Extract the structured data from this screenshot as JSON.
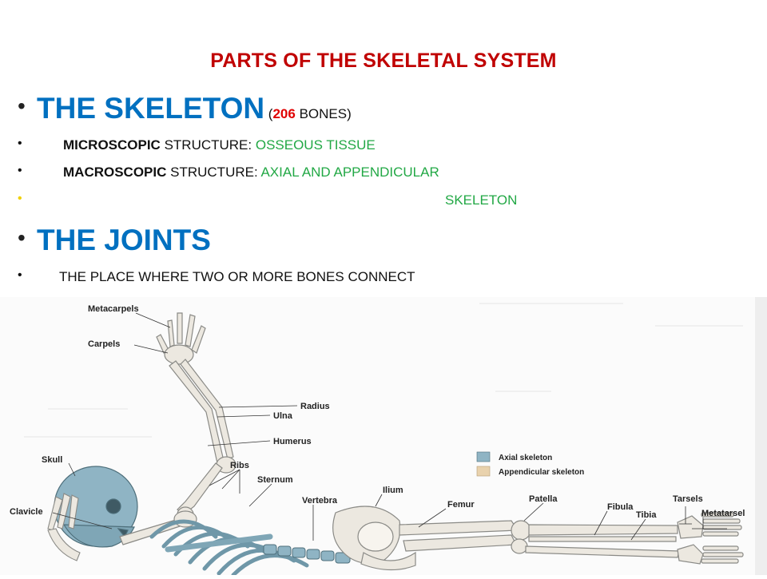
{
  "title": "PARTS OF THE SKELETAL SYSTEM",
  "bullets": {
    "skeleton": {
      "heading": "THE SKELETON",
      "paren_open": " (",
      "count": "206",
      "bones": " BONES)"
    },
    "micro": {
      "term": "MICROSCOPIC",
      "rest": " STRUCTURE: ",
      "value": "OSSEOUS TISSUE"
    },
    "macro": {
      "term": "MACROSCOPIC",
      "rest": " STRUCTURE: ",
      "value": "AXIAL AND APPENDICULAR"
    },
    "macro_cont": "SKELETON",
    "joints": {
      "heading": "THE JOINTS"
    },
    "joints_def": "THE PLACE WHERE TWO OR MORE  BONES CONNECT"
  },
  "figure": {
    "labels": {
      "metacarpels": "Metacarpels",
      "carpels": "Carpels",
      "radius": "Radius",
      "ulna": "Ulna",
      "humerus": "Humerus",
      "skull": "Skull",
      "ribs": "Ribs",
      "sternum": "Sternum",
      "vertebra": "Vertebra",
      "ilium": "Ilium",
      "clavicle": "Clavicle",
      "femur": "Femur",
      "patella": "Patella",
      "fibula": "Fibula",
      "tibia": "Tibia",
      "tarsels": "Tarsels",
      "metatarsel": "Metatarsel"
    },
    "legend": {
      "axial": "Axial skeleton",
      "appendicular": "Appendicular skeleton"
    },
    "colors": {
      "axial": "#8fb4c4",
      "appendicular": "#e9d2ad"
    }
  }
}
